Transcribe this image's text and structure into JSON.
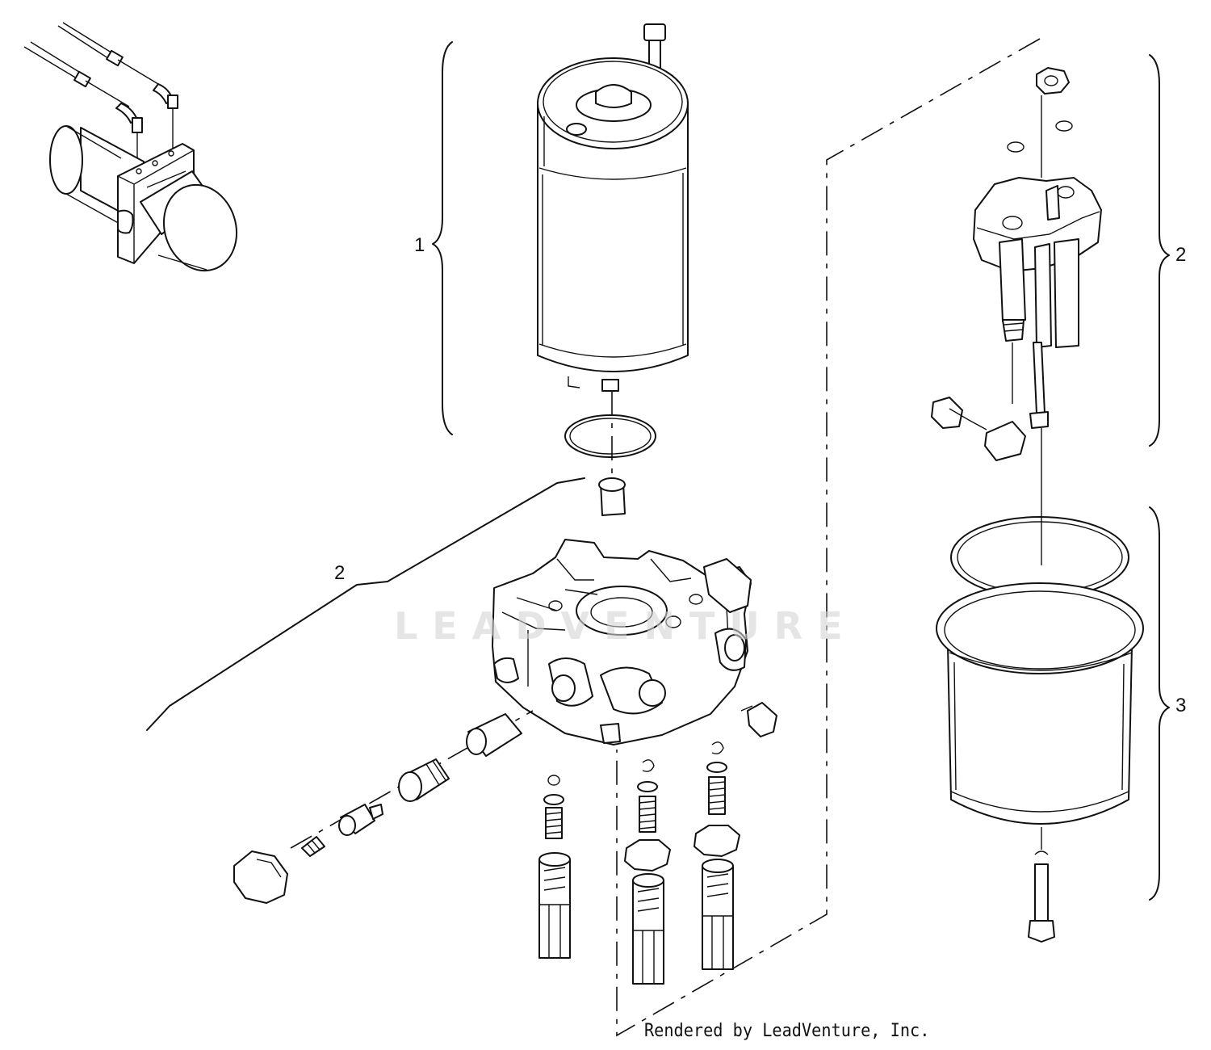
{
  "diagram": {
    "callouts": [
      {
        "id": "1",
        "label": "1"
      },
      {
        "id": "2-left",
        "label": "2"
      },
      {
        "id": "2-right",
        "label": "2"
      },
      {
        "id": "3",
        "label": "3"
      }
    ],
    "watermark": "LEADVENTURE",
    "footer": "Rendered by LeadVenture, Inc."
  }
}
